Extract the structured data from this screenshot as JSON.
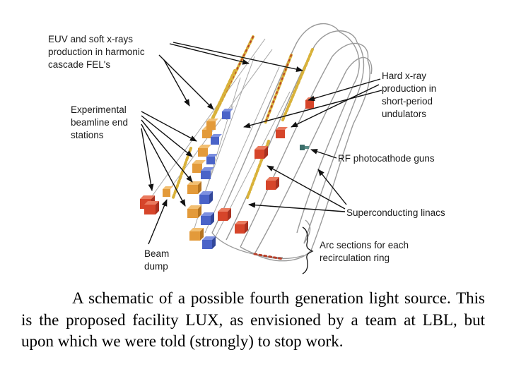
{
  "labels": {
    "euv_1": "EUV and soft x-rays",
    "euv_2": "production in harmonic",
    "euv_3": "cascade FEL's",
    "hard_1": "Hard x-ray",
    "hard_2": "production in",
    "hard_3": "short-period",
    "hard_4": "undulators",
    "exp_1": "Experimental",
    "exp_2": "beamline end",
    "exp_3": "stations",
    "rf": "RF photocathode guns",
    "linacs": "Superconducting linacs",
    "arc_1": "Arc sections for each",
    "arc_2": "recirculation ring",
    "dump_1": "Beam",
    "dump_2": "dump"
  },
  "caption": "A schematic of a possible fourth generation light source. This is the proposed facility LUX, as envisioned by a team at LBL, but upon which we were told (strongly) to stop work.",
  "colors": {
    "red_station": "#d6452a",
    "orange_station": "#e39a3a",
    "blue_station": "#4a63c8",
    "undulator_yellow": "#d9b23a",
    "beamline_gray": "#9a9a9a"
  }
}
